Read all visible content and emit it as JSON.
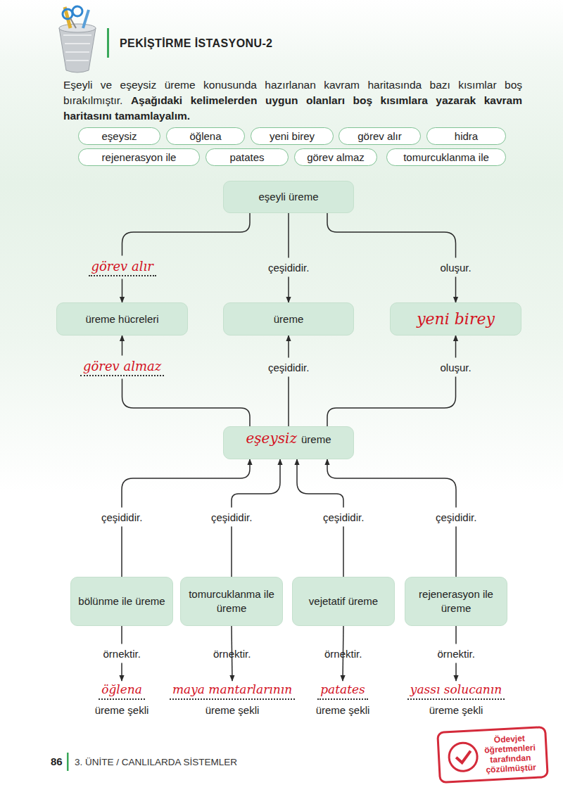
{
  "diagram": {
    "title": "PEKİŞTİRME İSTASYONU-2",
    "nodes": [
      {
        "text": [
          "eşeysiz"
        ]
      },
      {
        "text": [
          "öğlena"
        ]
      },
      {
        "text": [
          "yeni birey"
        ]
      },
      {
        "text": [
          "görev alır"
        ]
      },
      {
        "text": [
          "hidra"
        ]
      },
      {
        "text": [
          "rejenerasyon ile"
        ]
      },
      {
        "text": [
          "patates"
        ]
      },
      {
        "text": [
          "görev almaz"
        ]
      },
      {
        "text": [
          "tomurcuklanma ile"
        ]
      },
      {
        "text": [
          "eşeyli üreme"
        ]
      },
      {
        "text": [
          "üreme hücreleri"
        ]
      },
      {
        "text": [
          "üreme"
        ]
      },
      {
        "text": [
          "yeni birey"
        ]
      },
      {
        "text": [
          "eşeysiz",
          "üreme"
        ]
      },
      {
        "text": [
          "bölünme ile üreme"
        ]
      },
      {
        "text": [
          "tomurcuklanma ile üreme"
        ]
      },
      {
        "text": [
          "vejetatif üreme"
        ]
      },
      {
        "text": [
          "rejenerasyon ile üreme"
        ]
      },
      {
        "text": [
          "öğlena",
          "üreme şekli"
        ]
      },
      {
        "text": [
          "maya mantarlarının",
          "üreme şekli"
        ]
      },
      {
        "text": [
          "patates",
          "üreme şekli"
        ]
      },
      {
        "text": [
          "yassı solucanın",
          "üreme şekli"
        ]
      },
      {
        "text": [
          "Ödevjet öğretmenleri tarafından çözülmüştür"
        ]
      }
    ],
    "edges": [
      {
        "from": 9,
        "to": 10,
        "label": "görev alır",
        "arrow": "to"
      },
      {
        "from": 9,
        "to": 11,
        "label": "çeşididir.",
        "arrow": "to"
      },
      {
        "from": 9,
        "to": 12,
        "label": "oluşur.",
        "arrow": "to"
      },
      {
        "from": 13,
        "to": 10,
        "label": "görev almaz",
        "arrow": "to"
      },
      {
        "from": 13,
        "to": 11,
        "label": "çeşididir.",
        "arrow": "to"
      },
      {
        "from": 13,
        "to": 12,
        "label": "oluşur.",
        "arrow": "to"
      },
      {
        "from": 14,
        "to": 13,
        "label": "çeşididir.",
        "arrow": "to"
      },
      {
        "from": 15,
        "to": 13,
        "label": "çeşididir.",
        "arrow": "to"
      },
      {
        "from": 16,
        "to": 13,
        "label": "çeşididir.",
        "arrow": "to"
      },
      {
        "from": 17,
        "to": 13,
        "label": "çeşididir.",
        "arrow": "to"
      },
      {
        "from": 14,
        "to": 18,
        "label": "örnektir.",
        "arrow": "to"
      },
      {
        "from": 15,
        "to": 19,
        "label": "örnektir.",
        "arrow": "to"
      },
      {
        "from": 16,
        "to": 20,
        "label": "örnektir.",
        "arrow": "to"
      },
      {
        "from": 17,
        "to": 21,
        "label": "örnektir.",
        "arrow": "to"
      }
    ],
    "labels": [
      "Eşeyli ve eşeysiz üreme konusunda hazırlanan kavram haritasında bazı kısımlar boş bırakılmıştır.",
      "Aşağıdaki kelimelerden uygun olanları boş kısımlara yazarak kavram haritasını tamamlayalım.",
      "86",
      "3. ÜNİTE / CANLILARDA SİSTEMLER"
    ]
  }
}
